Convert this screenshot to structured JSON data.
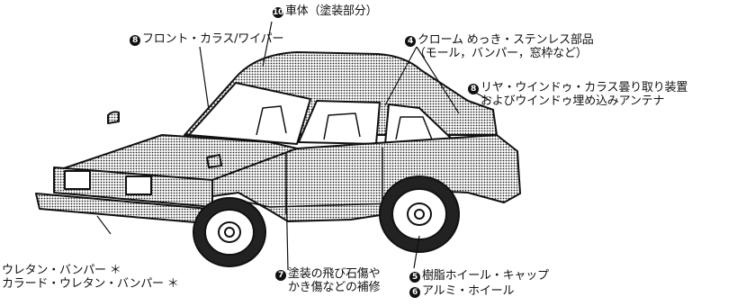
{
  "labels": {
    "body": {
      "badge": "10",
      "text": "車体（塗装部分）"
    },
    "front_glass": {
      "badge": "8",
      "text": "フロント・カラス/ワイパー"
    },
    "chrome": {
      "badge": "4",
      "line1": "クローム めっき・ステンレス部品",
      "line2": "（モール，バンパー，窓枠など）"
    },
    "rear_window": {
      "badge": "8",
      "line1": "リヤ・ウインドゥ・カラス曇り取り装置",
      "line2": "およびウインドゥ埋め込みアンテナ"
    },
    "bumper": {
      "line1": "ウレタン・バンパー ＊",
      "line2": "カラード・ウレタン・バンパー ＊"
    },
    "chips": {
      "badge": "7",
      "line1": "塗装の飛び石傷や",
      "line2": "かき傷などの補修"
    },
    "resin_wheel": {
      "badge": "5",
      "text": "樹脂ホイール・キャップ"
    },
    "alu_wheel": {
      "badge": "6",
      "text": "アルミ・ホイール"
    }
  }
}
